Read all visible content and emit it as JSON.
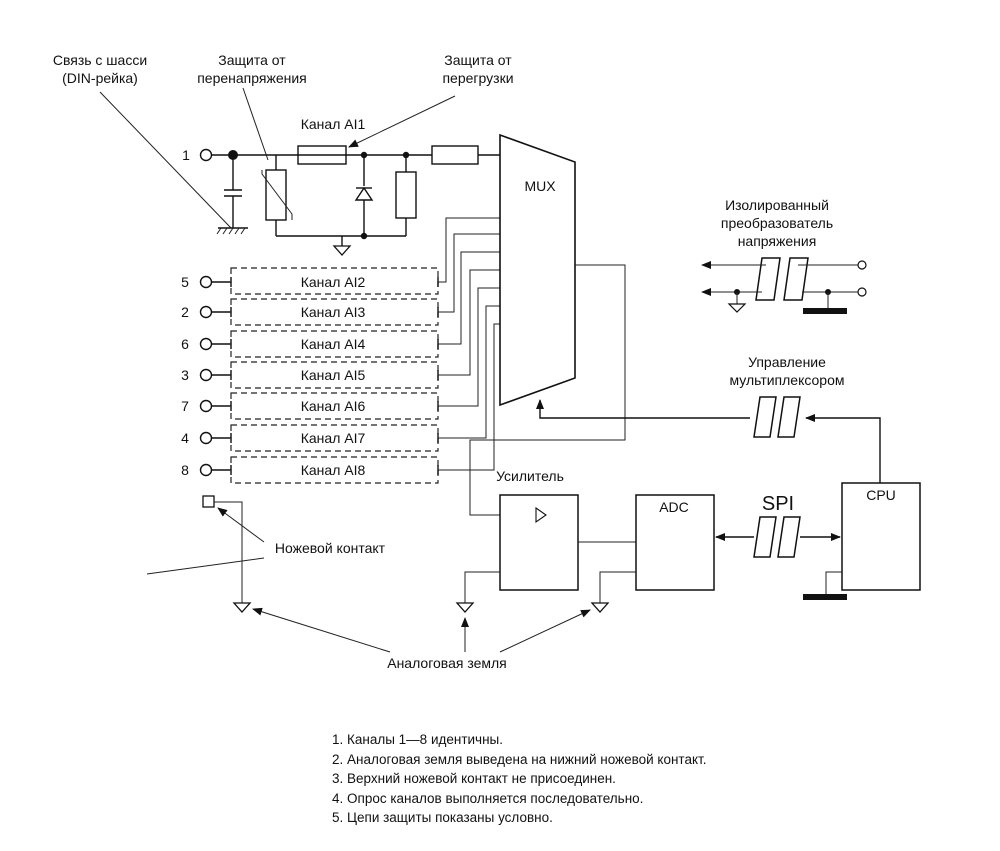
{
  "labels": {
    "chassis_link_l1": "Связь с шасси",
    "chassis_link_l2": "(DIN-рейка)",
    "overvoltage_l1": "Защита от",
    "overvoltage_l2": "перенапряжения",
    "overload_l1": "Защита от",
    "overload_l2": "перегрузки",
    "channel_ai1": "Канал AI1",
    "mux": "MUX",
    "isolated_l1": "Изолированный",
    "isolated_l2": "преобразователь",
    "isolated_l3": "напряжения",
    "mux_control_l1": "Управление",
    "mux_control_l2": "мультиплексором",
    "amplifier": "Усилитель",
    "adc": "ADC",
    "spi": "SPI",
    "cpu": "CPU",
    "blade_contact": "Ножевой контакт",
    "analog_ground": "Аналоговая земля"
  },
  "channels": [
    {
      "pin": "1",
      "label": "Канал AI1"
    },
    {
      "pin": "5",
      "label": "Канал AI2"
    },
    {
      "pin": "2",
      "label": "Канал AI3"
    },
    {
      "pin": "6",
      "label": "Канал AI4"
    },
    {
      "pin": "3",
      "label": "Канал AI5"
    },
    {
      "pin": "7",
      "label": "Канал AI6"
    },
    {
      "pin": "4",
      "label": "Канал AI7"
    },
    {
      "pin": "8",
      "label": "Канал AI8"
    }
  ],
  "notes": [
    "1. Каналы 1—8 идентичны.",
    "2. Аналоговая земля выведена на нижний ножевой контакт.",
    "3. Верхний ножевой контакт не присоединен.",
    "4. Опрос каналов выполняется последовательно.",
    "5. Цепи защиты показаны условно."
  ]
}
